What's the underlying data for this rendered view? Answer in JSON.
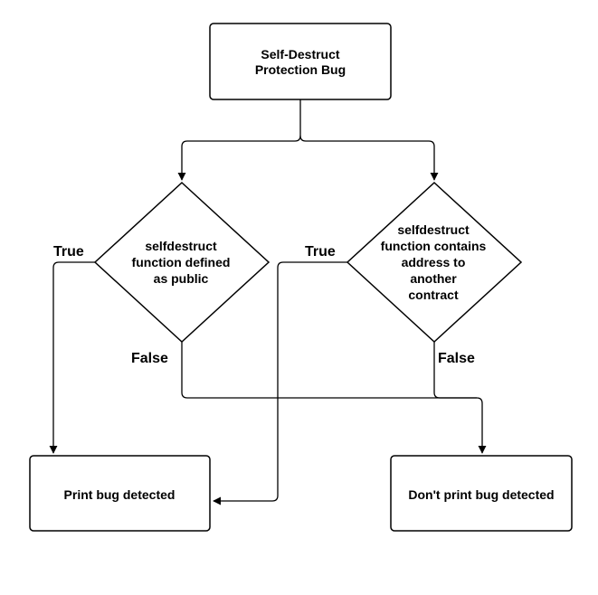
{
  "nodes": {
    "root": {
      "lines": [
        "Self-Destruct",
        "Protection Bug"
      ]
    },
    "decision_left": {
      "lines": [
        "selfdestruct",
        "function defined",
        "as public"
      ]
    },
    "decision_right": {
      "lines": [
        "selfdestruct",
        "function contains",
        "address to",
        "another",
        "contract"
      ]
    },
    "result_left": {
      "lines": [
        "Print bug detected"
      ]
    },
    "result_right": {
      "lines": [
        "Don't print bug detected"
      ]
    }
  },
  "edge_labels": {
    "left_true": "True",
    "left_false": "False",
    "right_true": "True",
    "right_false": "False"
  }
}
